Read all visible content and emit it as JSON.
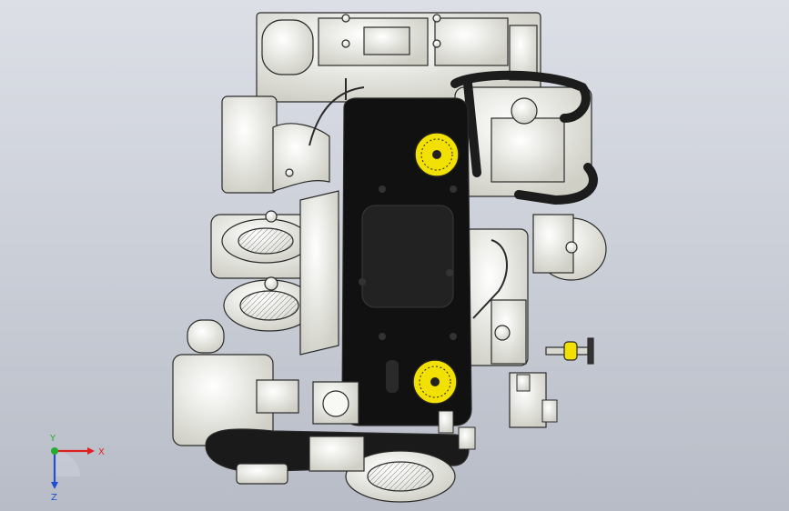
{
  "viewport": {
    "background_top": "#dcdfe6",
    "background_bottom": "#b8bcc6"
  },
  "model": {
    "body_color": "#f4f4ee",
    "edge_color": "#2a2a2a",
    "cover_color": "#111111",
    "accent_yellow": "#f2e000",
    "hose_color": "#1c1c1c"
  },
  "triad": {
    "x_label": "X",
    "y_label": "Y",
    "z_label": "Z",
    "x_color": "#e02020",
    "y_color": "#1fae2f",
    "z_color": "#2050d0"
  }
}
